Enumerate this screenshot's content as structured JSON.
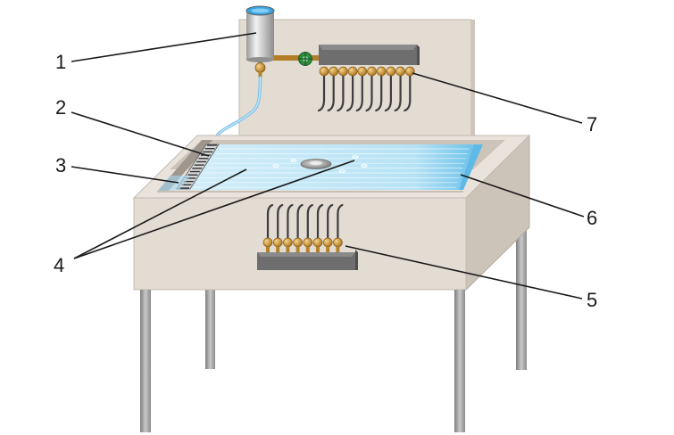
{
  "diagram": {
    "callouts": [
      {
        "id": "1",
        "label": "1"
      },
      {
        "id": "2",
        "label": "2"
      },
      {
        "id": "3",
        "label": "3"
      },
      {
        "id": "4",
        "label": "4"
      },
      {
        "id": "5",
        "label": "5"
      },
      {
        "id": "6",
        "label": "6"
      },
      {
        "id": "7",
        "label": "7"
      }
    ],
    "colors": {
      "table": "#e3dcd3",
      "table_shade": "#cfc6bb",
      "table_dark": "#b9b0a6",
      "water": "#bfe6f6",
      "water_deep": "#74c6ec",
      "brass": "#c8902c",
      "manifold": "#6e6e6e",
      "valve_handle": "#2e8b3c",
      "legs": "#9c9c9c"
    },
    "icons": [
      "reservoir-tank-icon",
      "valve-wheel-icon",
      "nozzle-manifold-icon",
      "weir-comb-icon"
    ]
  }
}
